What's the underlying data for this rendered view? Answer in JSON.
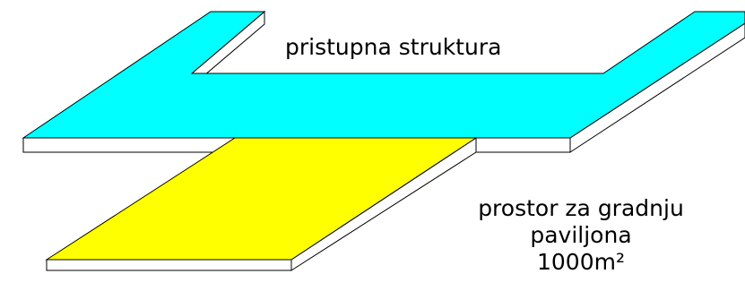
{
  "colors": {
    "access_structure_fill": "#00ffff",
    "building_plot_fill": "#ffff00",
    "slab_edge": "#ffffff",
    "outline": "#000000"
  },
  "labels": {
    "access_structure": "pristupna struktura",
    "building_plot_line1": "prostor za gradnju",
    "building_plot_line2": "paviljona",
    "building_plot_line3": "1000m²"
  }
}
